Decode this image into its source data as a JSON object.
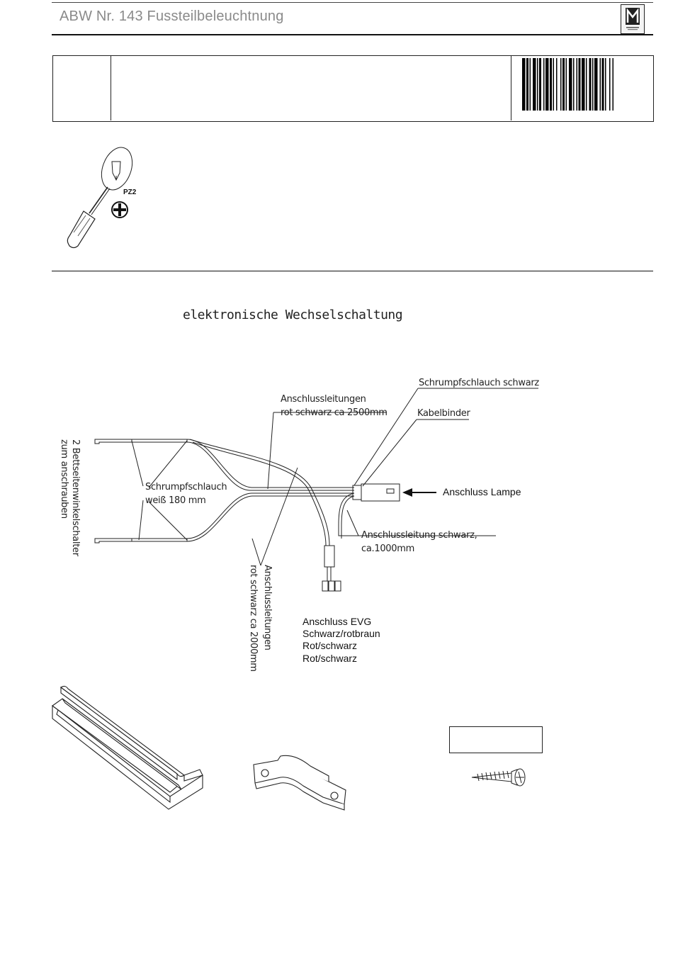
{
  "header": {
    "title": "ABW Nr. 143 Fussteilbeleuchtnung"
  },
  "tool": {
    "bit_label": "PZ2",
    "icon": "screwdriver-icon"
  },
  "diagram": {
    "title": "elektronische Wechselschaltung",
    "labels": {
      "side_switches_1": "2 Bettseitenwinkelschalter",
      "side_switches_2": "zum anschrauben",
      "shrink_tube_1": "Schrumpfschlauch",
      "shrink_tube_2": "weiß 180 mm",
      "leads_top_1": "Anschlussleitungen",
      "leads_top_2": "rot schwarz ca 2500mm",
      "shrink_black": "Schrumpfschlauch schwarz",
      "cable_tie": "Kabelbinder",
      "lamp": "Anschluss Lampe",
      "lead_black_1": "Anschlussleitung schwarz,",
      "lead_black_2": "ca.1000mm",
      "leads_bottom_1": "Anschlussleitungen",
      "leads_bottom_2": "rot schwarz  ca 2000mm",
      "evg_1": "Anschluss EVG",
      "evg_2": "Schwarz/rotbraun",
      "evg_3": "Rot/schwarz",
      "evg_4": "Rot/schwarz"
    }
  },
  "parts": {
    "items": [
      "profile-rail",
      "clamp-bracket",
      "wood-screw"
    ]
  }
}
